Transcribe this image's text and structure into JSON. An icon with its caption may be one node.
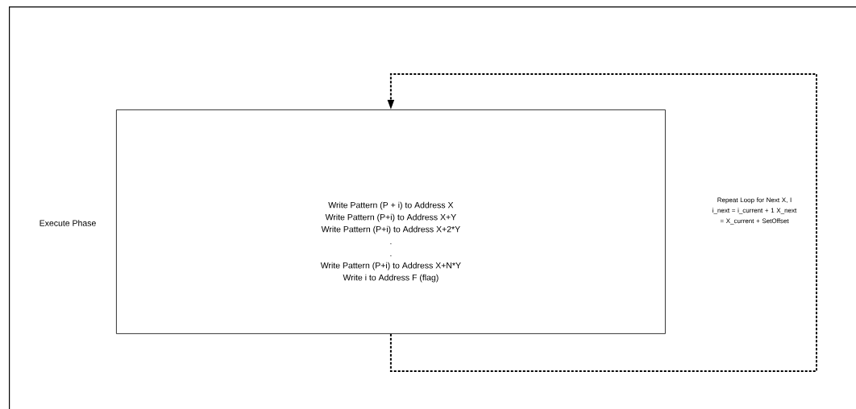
{
  "diagram": {
    "nodes": [
      {
        "text": [
          "Execute Phase"
        ]
      },
      {
        "text": [
          "Write Pattern (P + i) to Address X",
          "Write Pattern (P+i) to Address X+Y",
          "Write Pattern (P+i) to Address X+2*Y",
          ".",
          ".",
          "Write Pattern (P+i) to Address X+N*Y",
          "Write i to Address F (flag)"
        ],
        "in": 0
      }
    ],
    "edges": [
      {
        "from": 1,
        "to": 1,
        "arrow": "to",
        "style": "dashed",
        "label": "Repeat Loop for Next X, I i_next = i_current + 1 X_next = X_current + SetOffset"
      }
    ]
  }
}
